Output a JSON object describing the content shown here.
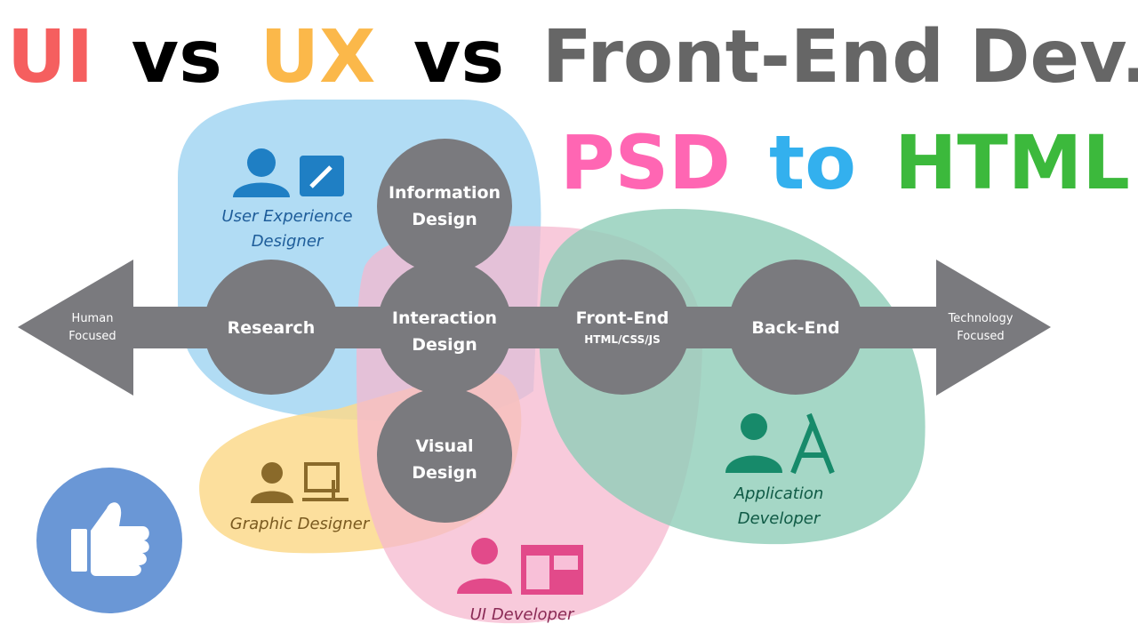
{
  "title": {
    "ui": "UI",
    "vs1": "vs",
    "ux": "UX",
    "vs2": "vs",
    "fed": "Front-End Dev.",
    "psd": "PSD",
    "to": "to",
    "html": "HTML"
  },
  "axis": {
    "left_line1": "Human",
    "left_line2": "Focused",
    "right_line1": "Technology",
    "right_line2": "Focused"
  },
  "nodes": {
    "research": "Research",
    "info_l1": "Information",
    "info_l2": "Design",
    "interaction_l1": "Interaction",
    "interaction_l2": "Design",
    "visual_l1": "Visual",
    "visual_l2": "Design",
    "frontend_l1": "Front-End",
    "frontend_l2": "HTML/CSS/JS",
    "backend": "Back-End"
  },
  "roles": {
    "ux_l1": "User Experience",
    "ux_l2": "Designer",
    "graphic": "Graphic Designer",
    "ui_dev": "UI Developer",
    "app_l1": "Application",
    "app_l2": "Developer"
  },
  "colors": {
    "ui": "#f55f5f",
    "ux": "#fbb84a",
    "fed": "#666666",
    "psd": "#ff66b3",
    "to": "#33b0ee",
    "html": "#3cb93c",
    "blue_zone": "#a9d8f3",
    "yellow_zone": "#fcd98c",
    "pink_zone": "#f6b8cf",
    "green_zone": "#8fcdb8",
    "node": "#7a7a7e",
    "like": "#6a97d6"
  }
}
